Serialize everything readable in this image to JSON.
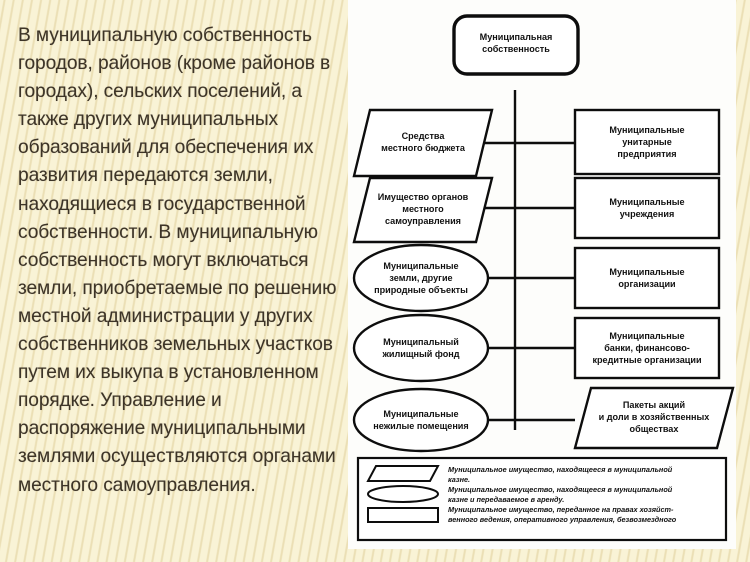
{
  "slide": {
    "background_color": "#f9f3d6",
    "panel_color": "#fdfdfb",
    "ink_color": "#0d0d0d"
  },
  "body_text": "В муниципальную собственность городов, районов (кроме районов в городах), сельских поселений, а также других муниципальных образований для обеспечения их развития передаются земли, находящиеся в государственной собственности. В муниципальную собственность могут включаться земли, приобретаемые по решению местной администрации у других собственников земельных участков путем их выкупа в установленном порядке. Управление и распоряжение муниципальными землями осуществляются органами местного самоуправления.",
  "diagram": {
    "root": {
      "shape": "rounded-rect",
      "lines": [
        "Муниципальная",
        "собственность"
      ]
    },
    "left_nodes": [
      {
        "shape": "parallelogram",
        "lines": [
          "Средства",
          "местного бюджета"
        ]
      },
      {
        "shape": "parallelogram",
        "lines": [
          "Имущество органов",
          "местного",
          "самоуправления"
        ]
      },
      {
        "shape": "ellipse",
        "lines": [
          "Муниципальные",
          "земли, другие",
          "природные объекты"
        ]
      },
      {
        "shape": "ellipse",
        "lines": [
          "Муниципальный",
          "жилищный фонд"
        ]
      },
      {
        "shape": "ellipse",
        "lines": [
          "Муниципальные",
          "нежилые помещения"
        ]
      }
    ],
    "right_nodes": [
      {
        "shape": "rect",
        "lines": [
          "Муниципальные",
          "унитарные",
          "предприятия"
        ]
      },
      {
        "shape": "rect",
        "lines": [
          "Муниципальные",
          "учреждения"
        ]
      },
      {
        "shape": "rect",
        "lines": [
          "Муниципальные",
          "организации"
        ]
      },
      {
        "shape": "rect",
        "lines": [
          "Муниципальные",
          "банки, финансово-",
          "кредитные организации"
        ]
      },
      {
        "shape": "parallelogram",
        "lines": [
          "Пакеты акций",
          "и доли в хозяйственных",
          "обществах"
        ]
      }
    ],
    "legend": [
      {
        "shape": "parallelogram",
        "lines": [
          "Муниципальное имущество, находящееся в муниципальной",
          "казне."
        ]
      },
      {
        "shape": "ellipse",
        "lines": [
          "Муниципальное имущество, находящееся в муниципальной",
          "казне и передаваемое в аренду."
        ]
      },
      {
        "shape": "rect",
        "lines": [
          "Муниципальное имущество, переданное на правах хозяйст-",
          "венного ведения, оперативного управления, безвозмездного"
        ]
      }
    ]
  }
}
